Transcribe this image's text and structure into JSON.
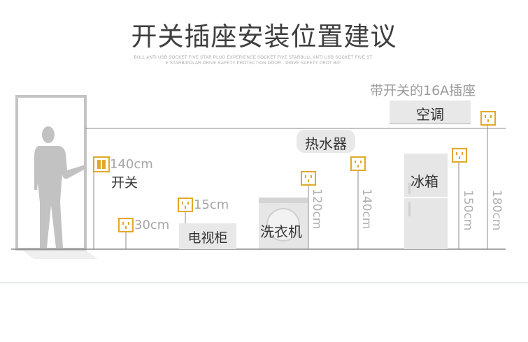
{
  "title": "开关插座安装位置建议",
  "subtitle_line1": "BULL ANTI USB SOCKET FIVE STAR PLUG EXPERIENCE SOCKET FIVE STARBULL ANTI USB SOCKET FIVE ST",
  "subtitle_line2": "E STARBIPOLAR DRIVE SAFETY PROTECTION DOOR · DRIVE SAFETY PROT BIP",
  "switch": {
    "height": "140cm",
    "label": "开关"
  },
  "heights": {
    "socket_low": "30cm",
    "tv_socket": "15cm",
    "washer": "120cm",
    "heater": "140cm",
    "fridge": "150cm",
    "ac": "180cm"
  },
  "appliances": {
    "tv": "电视柜",
    "washer": "洗衣机",
    "heater": "热水器",
    "fridge": "冰箱",
    "ac": "空调"
  },
  "ac_note": "带开关的16A插座",
  "colors": {
    "outlet_icon": "#e2a82c",
    "silhouette": "#c2c2c2",
    "line": "#8a8a8a",
    "box": "#e5e5e5"
  }
}
